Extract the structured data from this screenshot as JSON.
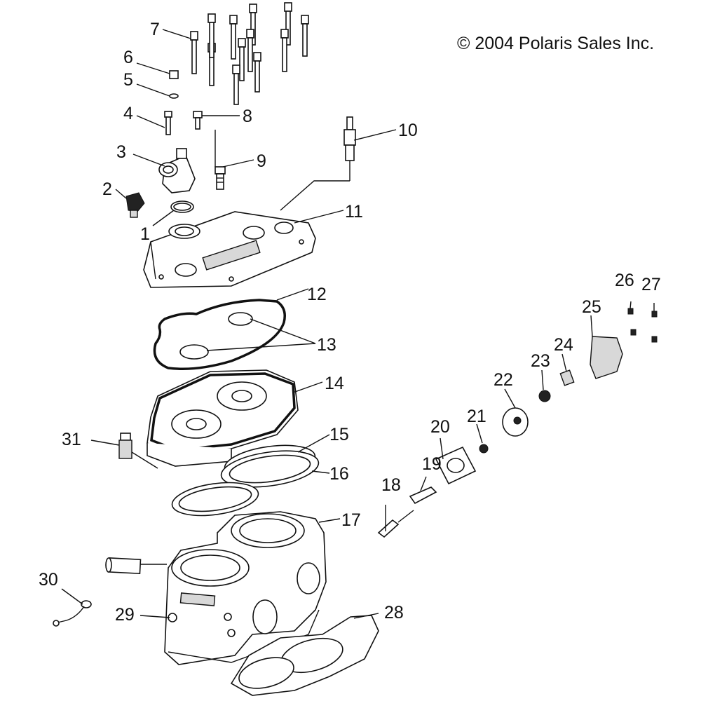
{
  "copyright": "© 2004 Polaris Sales Inc.",
  "callouts": {
    "c1": "1",
    "c2": "2",
    "c3": "3",
    "c4": "4",
    "c5": "5",
    "c6": "6",
    "c7": "7",
    "c8": "8",
    "c9": "9",
    "c10": "10",
    "c11": "11",
    "c12": "12",
    "c13": "13",
    "c14": "14",
    "c15": "15",
    "c16": "16",
    "c17": "17",
    "c18": "18",
    "c19": "19",
    "c20": "20",
    "c21": "21",
    "c22": "22",
    "c23": "23",
    "c24": "24",
    "c25": "25",
    "c26": "26",
    "c27": "27",
    "c28": "28",
    "c29": "29",
    "c30": "30",
    "c31": "31"
  }
}
